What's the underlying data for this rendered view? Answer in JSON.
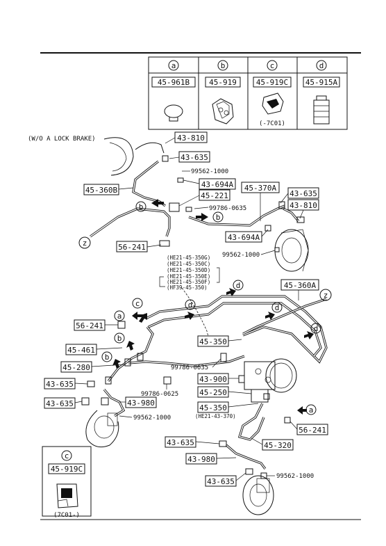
{
  "legend": {
    "columns": [
      {
        "letter": "a",
        "part": "45-961B",
        "note": ""
      },
      {
        "letter": "b",
        "part": "45-919",
        "note": ""
      },
      {
        "letter": "c",
        "part": "45-919C",
        "note": "(-7C01)"
      },
      {
        "letter": "d",
        "part": "45-915A",
        "note": ""
      }
    ]
  },
  "condition_label": "(W/O A LOCK BRAKE)",
  "part_numbers": {
    "p43810a": "43-810",
    "p43635a": "43-635",
    "p99562a": "99562-1000",
    "p45360b": "45-360B",
    "p43694a_a": "43-694A",
    "p45221": "45-221",
    "p45370a": "45-370A",
    "p43635b": "43-635",
    "p43810b": "43-810",
    "p99786a": "99786-0635",
    "p43694a_b": "43-694A",
    "p56241a": "56-241",
    "p99562b": "99562-1000",
    "p45360a": "45-360A",
    "p56241b": "56-241",
    "p45461": "45-461",
    "p45350a": "45-350",
    "p45280": "45-280",
    "p99786b": "99786-0635",
    "p43900": "43-900",
    "p43635c": "43-635",
    "p45250": "45-250",
    "p99786c": "99786-0625",
    "p43635d": "43-635",
    "p43980a": "43-980",
    "p45350b": "45-350",
    "p45350b_note": "(HE21-43-370)",
    "p99562c": "99562-1000",
    "p56241c": "56-241",
    "p43635e": "43-635",
    "p45320": "45-320",
    "p43980b": "43-980",
    "p99562d": "99562-1000",
    "p43635f": "43-635"
  },
  "variant_list": [
    "(HE21-45-350G)",
    "(HE21-45-350C)",
    "(HE21-45-350D)",
    "(HE21-45-350E)",
    "(HE21-45-350F)",
    "(HF39-45-350)"
  ],
  "callouts": {
    "a": "a",
    "b": "b",
    "c": "c",
    "d": "d",
    "z": "z"
  },
  "inset": {
    "letter": "c",
    "part": "45-919C",
    "note": "(7C01-)"
  }
}
